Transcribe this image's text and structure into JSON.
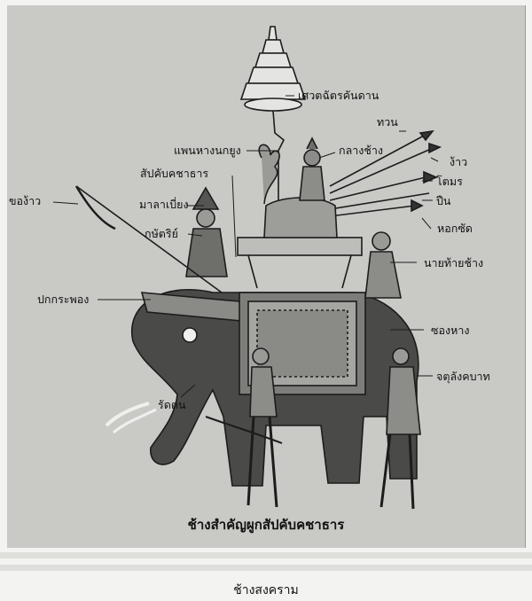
{
  "labels": {
    "parasol": "เศวตฉัตรคันดาน",
    "spear_tuan": "ทวน",
    "ngao_right": "ง้าว",
    "peacock_fan": "แพนหางนกยูง",
    "middle_rider": "กลางช้าง",
    "tomara": "โตมร",
    "sappakab": "สัปคับคชาธาร",
    "ngao_left": "ของ้าว",
    "malaibiang": "มาลาเบี่ยง",
    "gun": "ปืน",
    "kattiya": "กษัตริย์",
    "hokchat": "หอกซัด",
    "rear_rider": "นายท้ายช้าง",
    "pakrapong": "ปกกระพอง",
    "songhang": "ซองหาง",
    "ratton": "รัดตน",
    "guards": "จตุลังคบาท"
  },
  "caption": "ช้างสำคัญผูกสัปคับคชาธาร",
  "subcaption": "ช้างสงคราม"
}
